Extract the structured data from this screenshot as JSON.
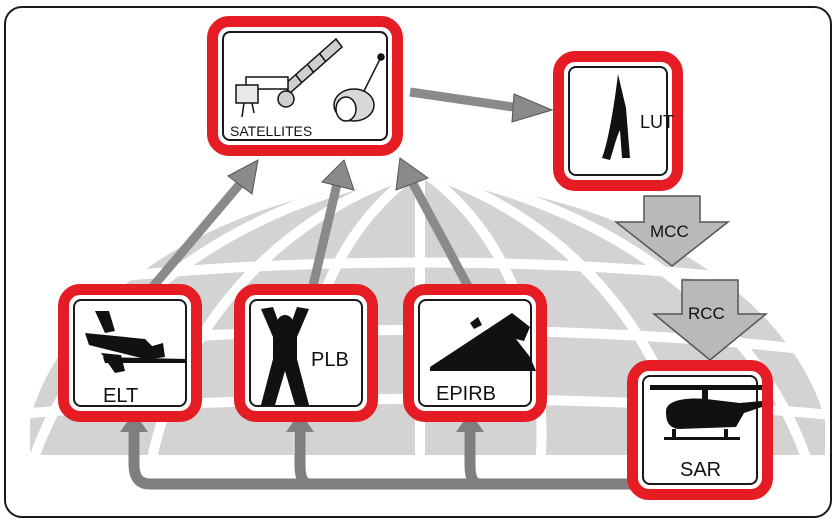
{
  "diagram": {
    "nodes": {
      "satellites": {
        "label": "SATELLITES",
        "icon": "satellites-icon"
      },
      "lut": {
        "label": "LUT",
        "icon": "antenna-dish-icon"
      },
      "elt": {
        "label": "ELT",
        "icon": "crashed-aircraft-icon"
      },
      "plb": {
        "label": "PLB",
        "icon": "person-arms-raised-icon"
      },
      "epirb": {
        "label": "EPIRB",
        "icon": "sinking-ship-icon"
      },
      "sar": {
        "label": "SAR",
        "icon": "helicopter-icon"
      }
    },
    "flow_labels": {
      "mcc": "MCC",
      "rcc": "RCC"
    },
    "colors": {
      "frame_red": "#e51c24",
      "arrow_gray": "#8a8a8a",
      "globe_gray": "#d3d3d3"
    }
  }
}
